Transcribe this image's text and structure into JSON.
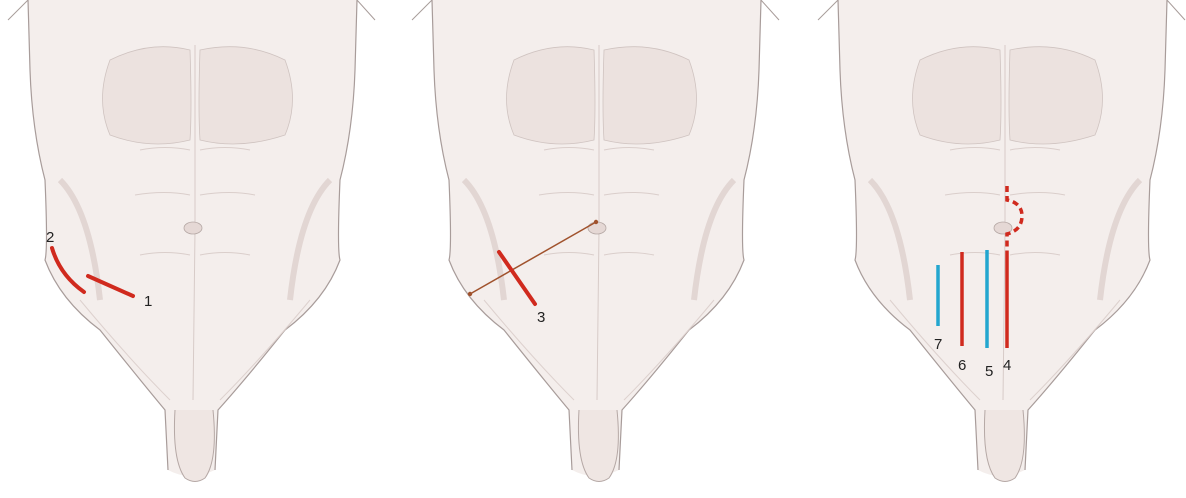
{
  "colors": {
    "background": "#ffffff",
    "skin": "#f4eeec",
    "skin_shadow": "#e6d9d6",
    "outline": "#a89c9a",
    "incision_red": "#d02a1e",
    "incision_blue": "#23a6cf",
    "guide_line": "#a0522d"
  },
  "panels": [
    {
      "labels": {
        "l1": "1",
        "l2": "2"
      }
    },
    {
      "labels": {
        "l3": "3"
      }
    },
    {
      "labels": {
        "l4": "4",
        "l5": "5",
        "l6": "6",
        "l7": "7"
      }
    }
  ]
}
